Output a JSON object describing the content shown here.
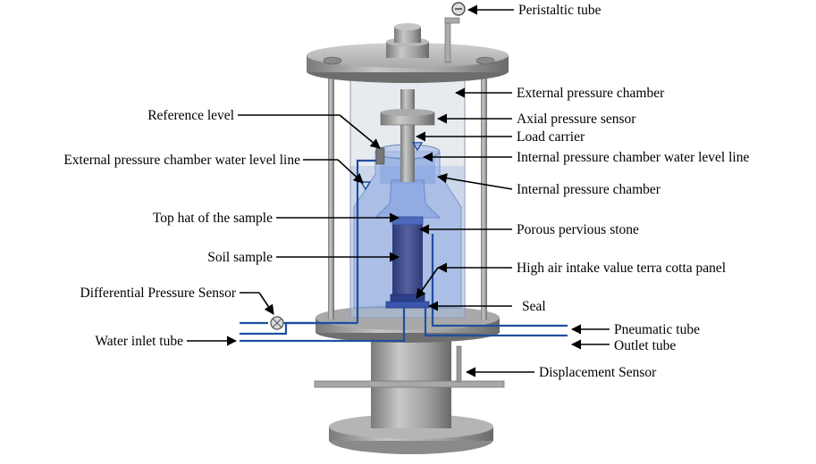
{
  "labels": {
    "peristaltic_tube": "Peristaltic tube",
    "external_pressure_chamber": "External pressure chamber",
    "axial_pressure_sensor": "Axial pressure sensor",
    "load_carrier": "Load carrier",
    "internal_pressure_chamber_water_level_line": "Internal pressure chamber water level line",
    "internal_pressure_chamber": "Internal pressure chamber",
    "porous_pervious_stone": "Porous pervious stone",
    "high_air_intake_value_terra_cotta_panel": "High air intake value terra cotta panel",
    "seal": "Seal",
    "pneumatic_tube": "Pneumatic tube",
    "outlet_tube": "Outlet tube",
    "displacement_sensor": "Displacement Sensor",
    "reference_level": "Reference level",
    "external_pressure_chamber_water_level_line": "External pressure chamber water level line",
    "top_hat_of_the_sample": "Top hat of the sample",
    "soil_sample": "Soil sample",
    "differential_pressure_sensor": "Differential Pressure Sensor",
    "water_inlet_tube": "Water inlet tube"
  },
  "colors": {
    "metal_light": "#b9b9b9",
    "metal_dark": "#6e6e6e",
    "water_blue": "#5f86d8",
    "tube_blue": "#1f4fa0",
    "sample_dark": "#3a4a8c"
  }
}
